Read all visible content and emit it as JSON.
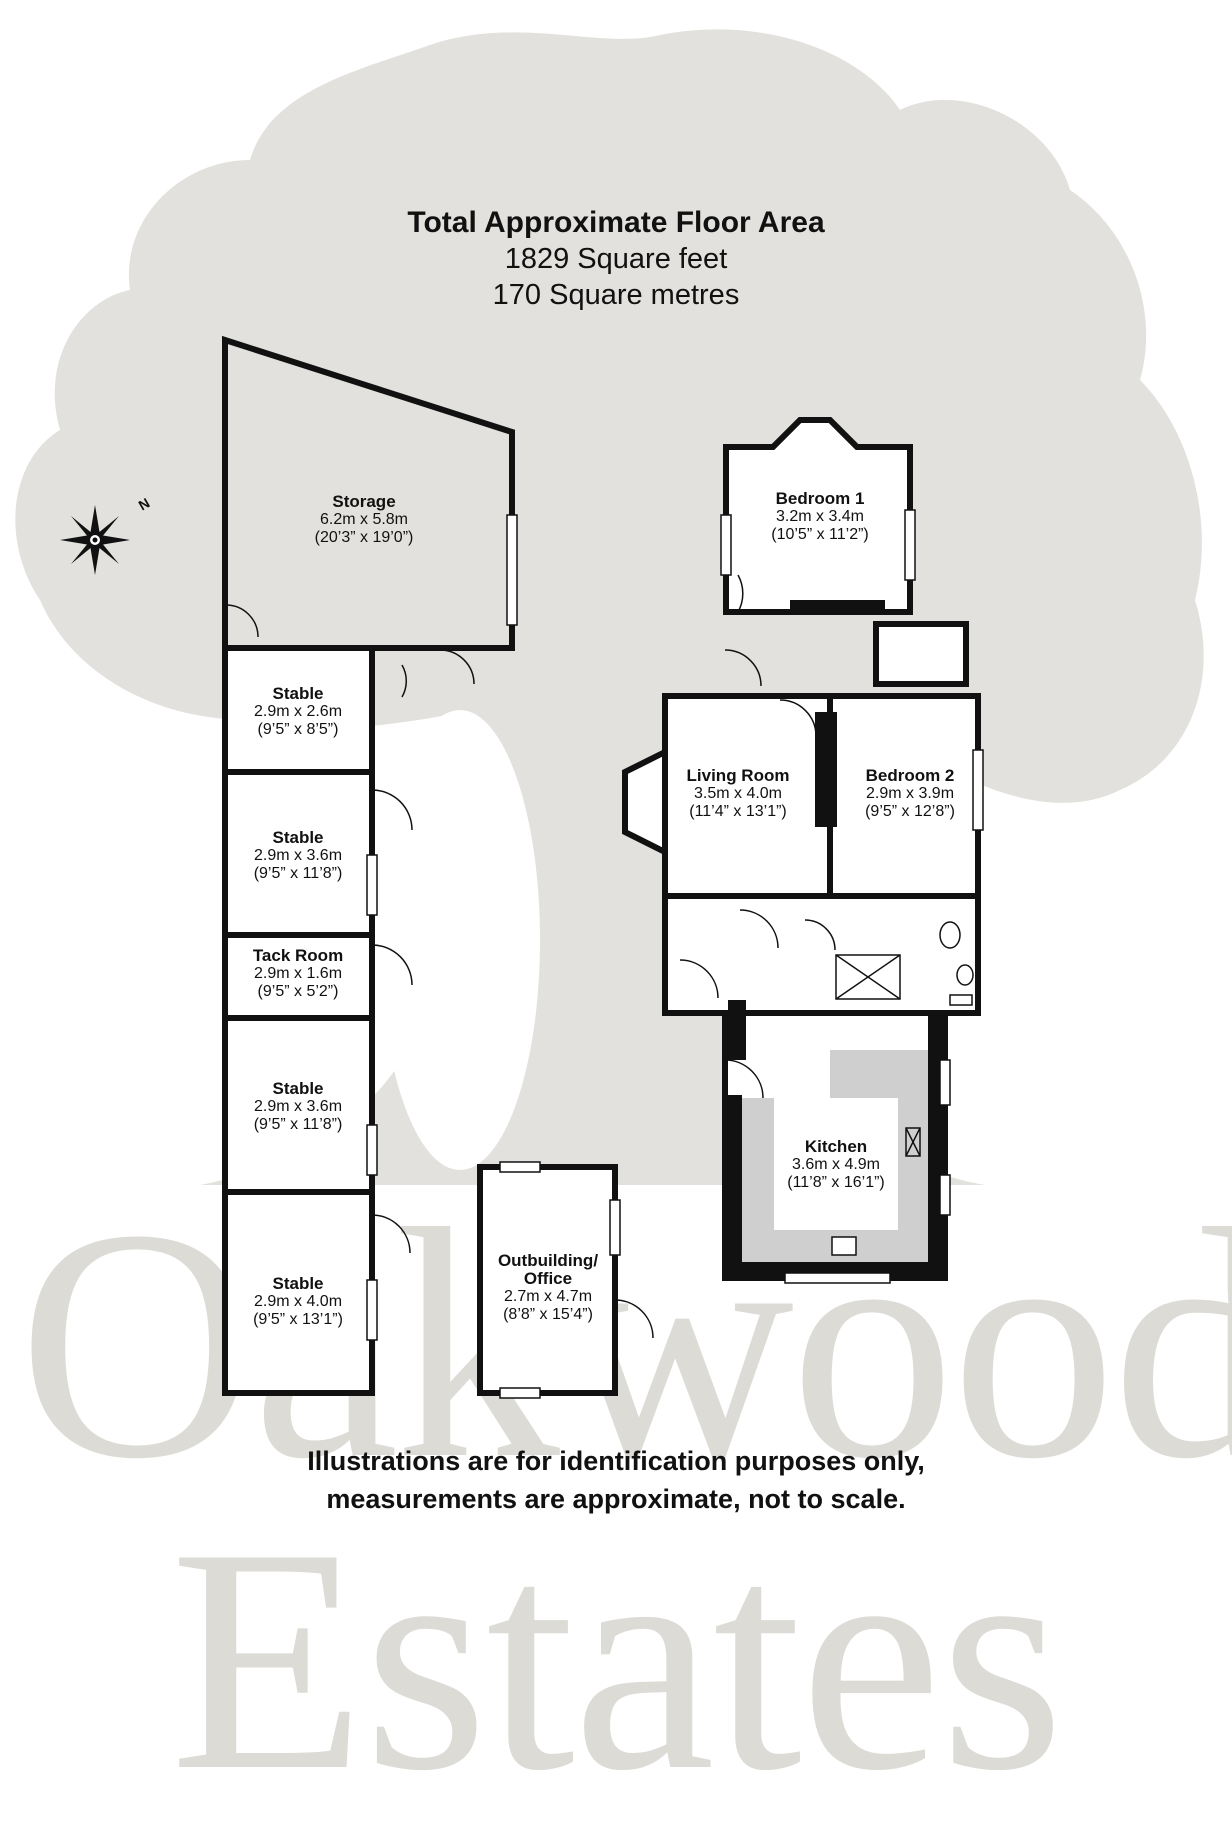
{
  "header": {
    "title": "Total Approximate Floor Area",
    "area_sqft": "1829 Square feet",
    "area_sqm": "170 Square metres"
  },
  "compass": {
    "north_label": "N"
  },
  "rooms": {
    "storage": {
      "name": "Storage",
      "metric": "6.2m x 5.8m",
      "imperial": "(20’3” x 19’0”)"
    },
    "stable1": {
      "name": "Stable",
      "metric": "2.9m x 2.6m",
      "imperial": "(9’5” x 8’5”)"
    },
    "stable2": {
      "name": "Stable",
      "metric": "2.9m x 3.6m",
      "imperial": "(9’5” x 11’8”)"
    },
    "tack": {
      "name": "Tack Room",
      "metric": "2.9m x 1.6m",
      "imperial": "(9’5” x 5’2”)"
    },
    "stable3": {
      "name": "Stable",
      "metric": "2.9m x 3.6m",
      "imperial": "(9’5” x 11’8”)"
    },
    "stable4": {
      "name": "Stable",
      "metric": "2.9m x 4.0m",
      "imperial": "(9’5” x 13’1”)"
    },
    "office": {
      "name": "Outbuilding/",
      "name2": "Office",
      "metric": "2.7m x 4.7m",
      "imperial": "(8’8” x 15’4”)"
    },
    "bedroom1": {
      "name": "Bedroom 1",
      "metric": "3.2m x 3.4m",
      "imperial": "(10’5” x 11’2”)"
    },
    "living": {
      "name": "Living Room",
      "metric": "3.5m x 4.0m",
      "imperial": "(11’4” x 13’1”)"
    },
    "bedroom2": {
      "name": "Bedroom 2",
      "metric": "2.9m x 3.9m",
      "imperial": "(9’5” x 12’8”)"
    },
    "kitchen": {
      "name": "Kitchen",
      "metric": "3.6m x 4.9m",
      "imperial": "(11’8” x 16’1”)"
    }
  },
  "disclaimer": {
    "line1": "Illustrations are for identification purposes only,",
    "line2": "measurements are approximate, not to scale."
  },
  "watermark": {
    "line1": "Oakwood",
    "line2": "Estates"
  },
  "colors": {
    "tree": "#e2e1dd",
    "wall": "#111111",
    "worktop": "#cfcfcf"
  }
}
